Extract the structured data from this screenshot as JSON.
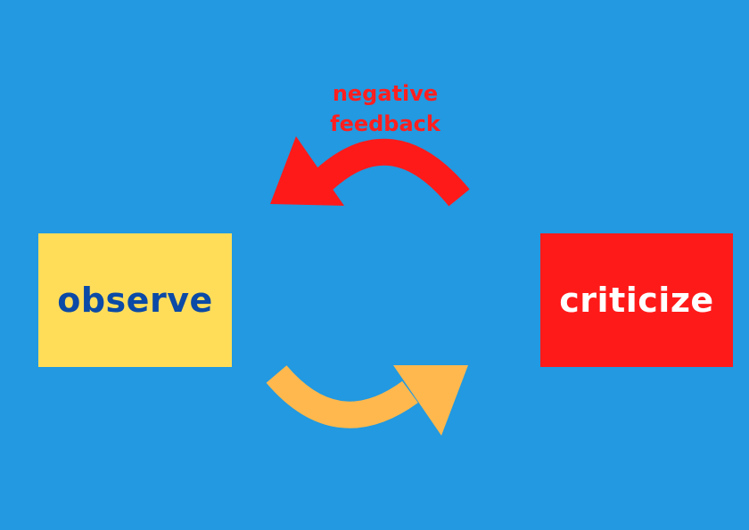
{
  "diagram": {
    "observe_label": "observe",
    "criticize_label": "criticize",
    "feedback_line1": "negative",
    "feedback_line2": "feedback"
  },
  "colors": {
    "background": "#2299e0",
    "observe_box": "#ffdd59",
    "observe_text": "#0b4aa6",
    "criticize_box": "#ff1a1a",
    "criticize_text": "#ffffff",
    "negative_arrow": "#ff1a1a",
    "positive_arrow": "#ffb84d"
  }
}
